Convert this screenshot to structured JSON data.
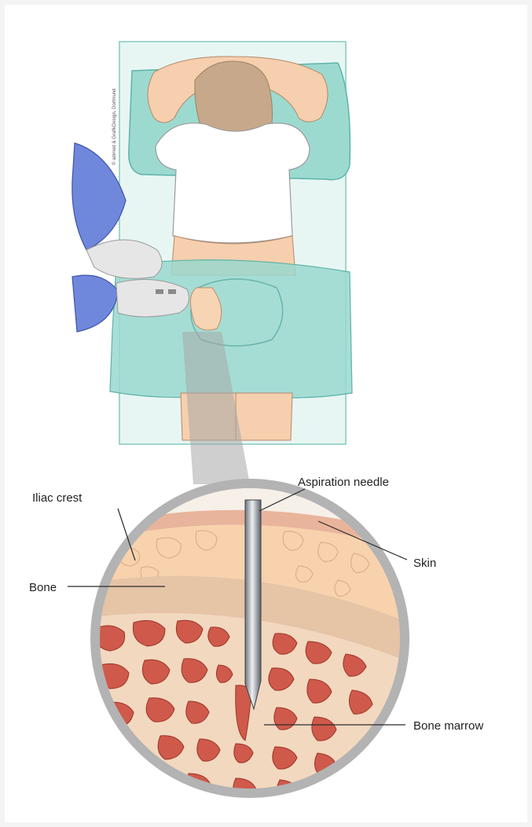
{
  "labels": {
    "aspiration_needle": "Aspiration needle",
    "iliac_crest": "Iliac crest",
    "skin": "Skin",
    "bone": "Bone",
    "bone_marrow": "Bone marrow"
  },
  "credit": "© adimed & GrafikDesign, Dortmund",
  "colors": {
    "sheet": "#93d5cb",
    "glove": "#6f88dc",
    "skin_tone": "#f6cfae",
    "fat": "#f8d2ac",
    "bone": "#e6c4a6",
    "marrow": "#cf5a4b",
    "lens_frame": "#b3b3b3"
  }
}
